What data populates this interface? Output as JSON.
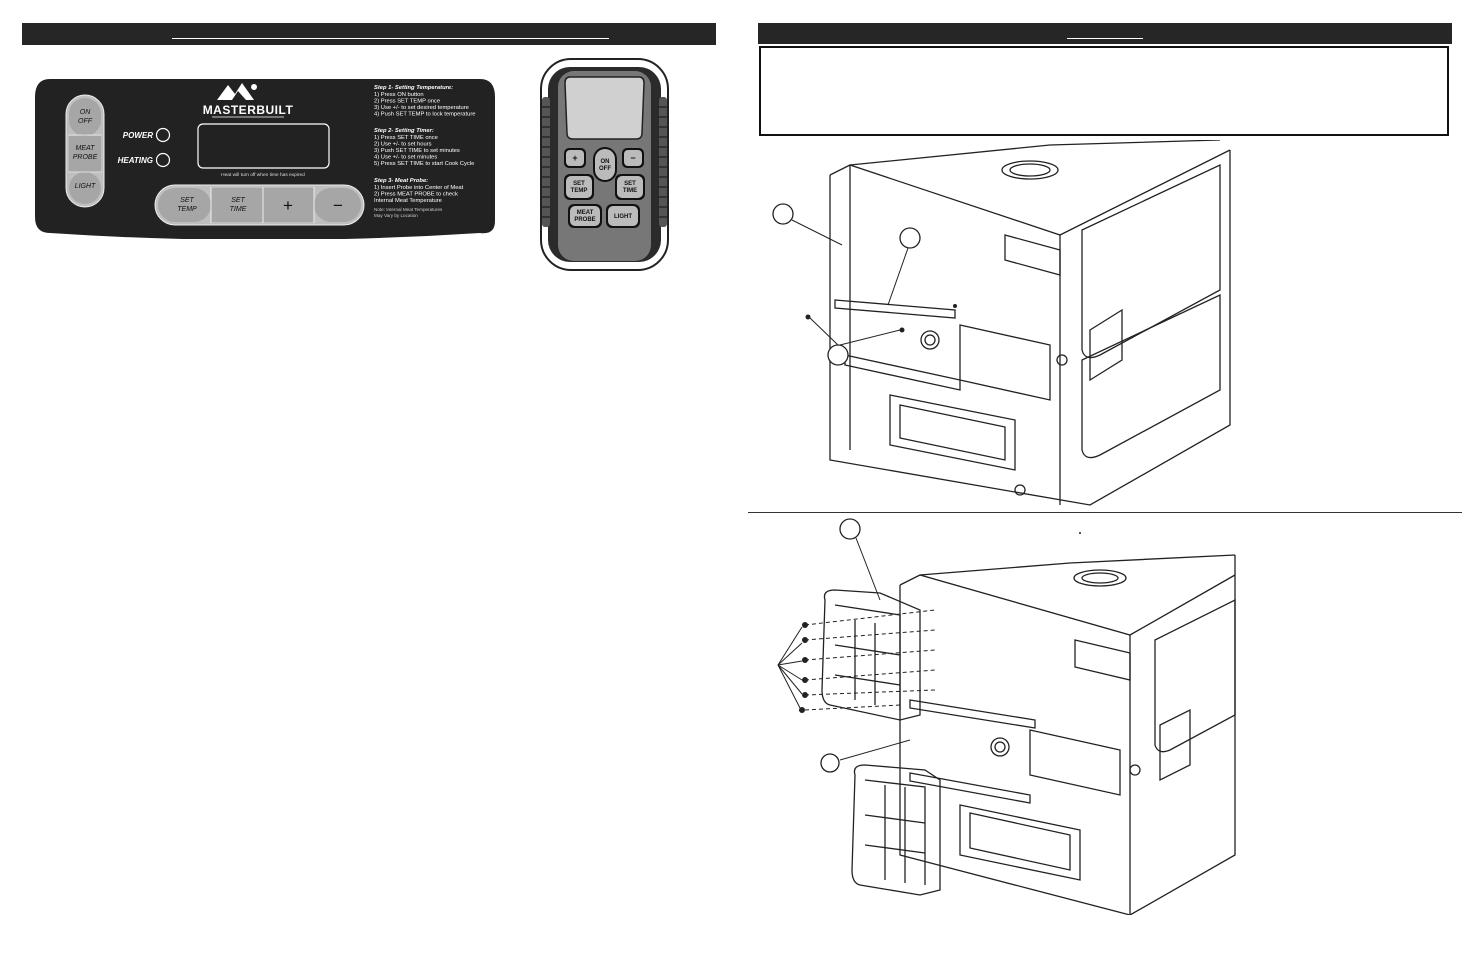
{
  "brand": {
    "name": "MASTERBUILT",
    "logo_icon": "mountain-logo-icon"
  },
  "control_panel": {
    "left_buttons": [
      {
        "line1": "ON",
        "line2": "OFF"
      },
      {
        "line1": "MEAT",
        "line2": "PROBE"
      },
      {
        "line1": "LIGHT",
        "line2": ""
      }
    ],
    "indicators": [
      "POWER",
      "HEATING"
    ],
    "display_note": "Heat will turn off when time has expired",
    "bottom_buttons": [
      {
        "line1": "SET",
        "line2": "TEMP"
      },
      {
        "line1": "SET",
        "line2": "TIME"
      },
      {
        "line1": "+",
        "line2": ""
      },
      {
        "line1": "−",
        "line2": ""
      }
    ],
    "instructions": [
      {
        "heading": "Step 1- Setting Temperature:",
        "lines": [
          "1) Press ON button",
          "2) Press SET TEMP once",
          "3) Use +/- to set desired temperature",
          "4) Push SET TEMP to lock temperature"
        ]
      },
      {
        "heading": "Step 2- Setting Timer:",
        "lines": [
          "1) Press SET TIME once",
          "2) Use +/- to set hours",
          "3) Push SET TIME to set minutes",
          "4) Use +/- to set minutes",
          "5) Press SET TIME to start Cook Cycle"
        ]
      },
      {
        "heading": "Step 3- Meat Probe:",
        "lines": [
          "1) Insert Probe into Center of Meat",
          "2) Press MEAT PROBE to check",
          "Internal Meat Temperature"
        ]
      }
    ],
    "note_lines": [
      "Note: Internal Meat Temperatures",
      "May Vary by Location"
    ]
  },
  "remote": {
    "buttons": {
      "plus": "+",
      "minus": "−",
      "on_off": [
        "ON",
        "OFF"
      ],
      "set_temp": [
        "SET",
        "TEMP"
      ],
      "set_time": [
        "SET",
        "TIME"
      ],
      "meat_probe": [
        "MEAT",
        "PROBE"
      ],
      "light": "LIGHT"
    }
  },
  "colors": {
    "header_bar": "#262626",
    "panel": "#222222",
    "button_gray": "#a9a9a9",
    "remote_body": "#6e6e6e"
  }
}
